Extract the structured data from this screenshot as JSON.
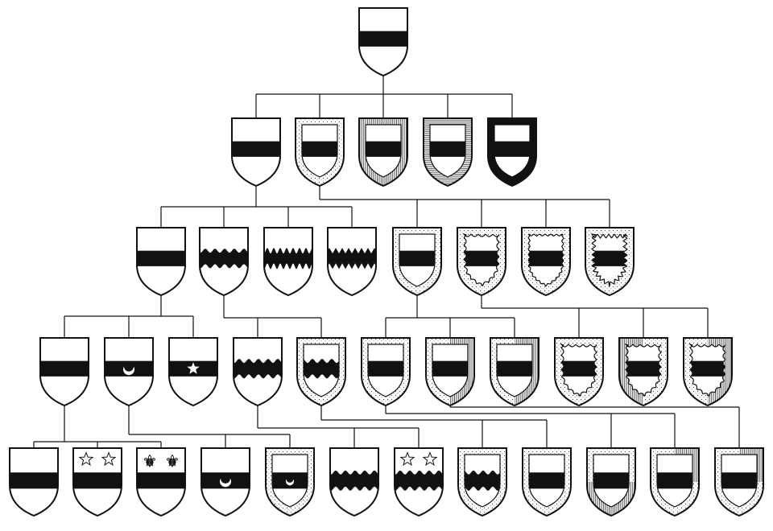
{
  "colors": {
    "ink": "#111111",
    "paper": "#ffffff",
    "tint": "#888888"
  },
  "rows": [
    [
      {
        "parent": null
      }
    ],
    [
      {
        "parent": 0
      },
      {
        "parent": 0,
        "bordure": "dots"
      },
      {
        "parent": 0,
        "bordure": "vlines"
      },
      {
        "parent": 0,
        "bordure": "hlines"
      },
      {
        "parent": 0,
        "bordure": "black"
      }
    ],
    [
      {
        "parent": 0
      },
      {
        "parent": 0,
        "field_line": "wavy"
      },
      {
        "parent": 0,
        "field_line": "nebuly"
      },
      {
        "parent": 0,
        "field_line": "dancetty"
      },
      {
        "parent": 1,
        "bordure": "dots"
      },
      {
        "parent": 1,
        "bordure": "dots",
        "inner_edge": "engrailed"
      },
      {
        "parent": 1,
        "bordure": "dots",
        "inner_edge": "indented"
      },
      {
        "parent": 1,
        "bordure": "dots",
        "inner_edge": "dancetty"
      }
    ],
    [
      {
        "parent": 0
      },
      {
        "parent": 0,
        "charge": "crescent"
      },
      {
        "parent": 0,
        "charge": "star"
      },
      {
        "parent": 1,
        "field_line": "wavy"
      },
      {
        "parent": 1,
        "bordure": "dots",
        "field_line": "wavy"
      },
      {
        "parent": 4,
        "bordure": "dots"
      },
      {
        "parent": 4,
        "bordure": "dots",
        "bordure_second": "vlines",
        "split": "right"
      },
      {
        "parent": 4,
        "bordure": "dots",
        "bordure_second": "vlines",
        "split": "right"
      },
      {
        "parent": 5,
        "bordure": "dots",
        "inner_edge": "engrailed"
      },
      {
        "parent": 5,
        "bordure": "dots",
        "bordure_second": "vlines",
        "split": "left",
        "inner_edge": "engrailed"
      },
      {
        "parent": 5,
        "bordure": "dots",
        "bordure_second": "vlines",
        "split": "right",
        "inner_edge": "engrailed"
      }
    ],
    [
      {
        "parent": 0
      },
      {
        "parent": 0,
        "charge": "stars"
      },
      {
        "parent": 0,
        "charge": "fleurs"
      },
      {
        "parent": 1,
        "charge": "crescent"
      },
      {
        "parent": 1,
        "bordure": "dots",
        "charge": "crescent"
      },
      {
        "parent": 3,
        "field_line": "wavy"
      },
      {
        "parent": 3,
        "field_line": "wavy",
        "charge": "stars"
      },
      {
        "parent": 4,
        "bordure": "dots",
        "field_line": "wavy"
      },
      {
        "parent": 4,
        "bordure": "dots"
      },
      {
        "parent": 5,
        "bordure": "dots",
        "bordure_second": "vlines",
        "split": "bottom"
      },
      {
        "parent": 5,
        "bordure": "dots",
        "bordure_second": "vlines",
        "split": "topright"
      },
      {
        "parent": 6,
        "bordure": "dots",
        "bordure_second": "vlines",
        "split": "topright"
      }
    ]
  ]
}
